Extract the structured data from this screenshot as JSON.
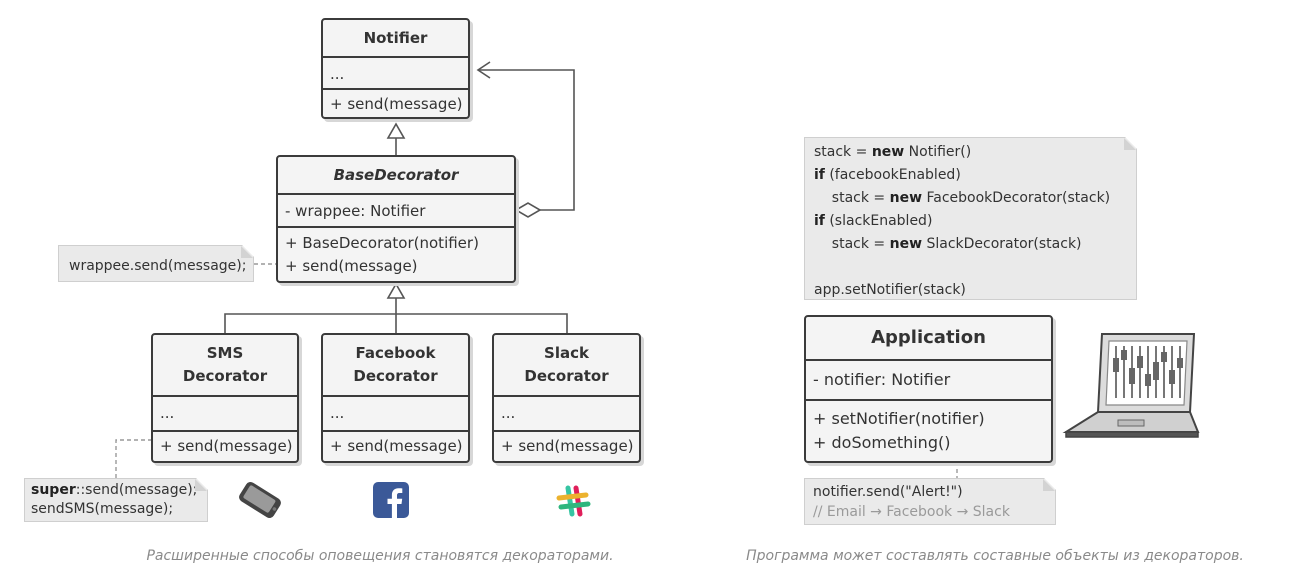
{
  "left_diagram": {
    "notifier": {
      "title": "Notifier",
      "fields": "...",
      "methods": [
        "+ send(message)"
      ]
    },
    "base_decorator": {
      "title": "BaseDecorator",
      "fields": "- wrappee: Notifier",
      "methods": [
        "+ BaseDecorator(notifier)",
        "+ send(message)"
      ]
    },
    "base_note": "wrappee.send(message);",
    "sms": {
      "title_1": "SMS",
      "title_2": "Decorator",
      "fields": "...",
      "methods": [
        "+ send(message)"
      ]
    },
    "facebook": {
      "title_1": "Facebook",
      "title_2": "Decorator",
      "fields": "...",
      "methods": [
        "+ send(message)"
      ]
    },
    "slack": {
      "title_1": "Slack",
      "title_2": "Decorator",
      "fields": "...",
      "methods": [
        "+ send(message)"
      ]
    },
    "sms_note": {
      "line1_kw": "super",
      "line1_rest": "::send(message);",
      "line2": "sendSMS(message);"
    },
    "caption": "Расширенные способы оповещения становятся декораторами."
  },
  "right_diagram": {
    "code_note": {
      "l1_pre": "stack = ",
      "l1_kw": "new",
      "l1_post": " Notifier()",
      "l2_kw": "if",
      "l2_post": " (facebookEnabled)",
      "l3_pre": "    stack = ",
      "l3_kw": "new",
      "l3_post": " FacebookDecorator(stack)",
      "l4_kw": "if",
      "l4_post": " (slackEnabled)",
      "l5_pre": "    stack = ",
      "l5_kw": "new",
      "l5_post": " SlackDecorator(stack)",
      "l6": "app.setNotifier(stack)"
    },
    "application": {
      "title": "Application",
      "fields": "- notifier: Notifier",
      "methods": [
        "+ setNotifier(notifier)",
        "+ doSomething()"
      ]
    },
    "send_note": {
      "line1": "notifier.send(\"Alert!\")",
      "line2": "// Email → Facebook → Slack"
    },
    "caption": "Программа может составлять составные объекты из декораторов."
  },
  "icons": {
    "phone": "phone-icon",
    "facebook": "facebook-icon",
    "slack": "slack-icon",
    "laptop": "laptop-icon"
  },
  "colors": {
    "border": "#3b3b3b",
    "fill": "#f4f4f4",
    "note": "#eaeaea",
    "facebook": "#3b5998"
  }
}
